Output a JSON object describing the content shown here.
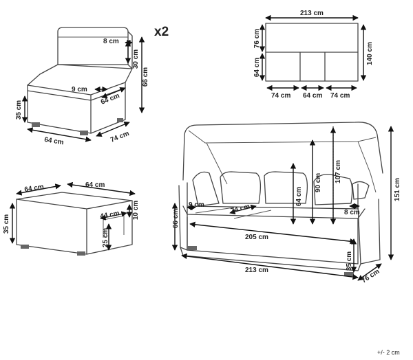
{
  "multiplier": "x2",
  "tolerance": "+/- 2 cm",
  "chair": {
    "backrest_depth": "8 cm",
    "backrest_height": "30 cm",
    "total_height": "66 cm",
    "armless_seat_width": "9 cm",
    "seat_depth": "64 cm",
    "base_height": "35 cm",
    "width": "64 cm",
    "depth": "74 cm"
  },
  "ottoman": {
    "top_width": "64 cm",
    "top_depth": "64 cm",
    "height": "35 cm",
    "inner_width": "44 cm",
    "leg_height": "25 cm",
    "inner_gap": "10 cm"
  },
  "top_view": {
    "total_width": "213 cm",
    "back_depth": "76 cm",
    "seat_depth": "64 cm",
    "total_depth": "140 cm",
    "left_section": "74 cm",
    "middle_section": "64 cm",
    "right_section": "74 cm"
  },
  "daybed": {
    "total_height": "151 cm",
    "canopy_height": "107 cm",
    "back_height": "90 cm",
    "seat_back_height": "64 cm",
    "arm_width_left": "9 cm",
    "arm_width_right": "8 cm",
    "seat_depth": "74 cm",
    "seat_width": "205 cm",
    "total_width": "213 cm",
    "seat_height": "66 cm",
    "base_height": "35 cm",
    "depth": "76 cm"
  }
}
